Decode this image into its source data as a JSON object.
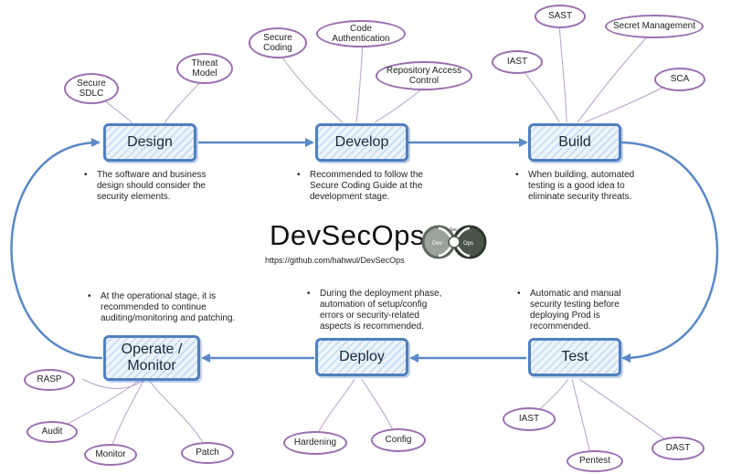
{
  "title": "DevSecOps",
  "url": "https://github.com/hahwul/DevSecOps",
  "logo": {
    "sec": "Sec",
    "dev": "Dev",
    "ops": "Ops"
  },
  "stages": {
    "design": "Design",
    "develop": "Develop",
    "build": "Build",
    "operate_line1": "Operate /",
    "operate_line2": "Monitor",
    "deploy": "Deploy",
    "test": "Test"
  },
  "tags": {
    "secure_sdlc": [
      "Secure",
      "SDLC"
    ],
    "threat_model": [
      "Threat",
      "Model"
    ],
    "secure_coding": [
      "Secure",
      "Coding"
    ],
    "code_authentication": [
      "Code",
      "Authentication"
    ],
    "repository_access_control": [
      "Repository Access",
      "Control"
    ],
    "sast": "SAST",
    "iast_build": "IAST",
    "secret_management": "Secret Management",
    "sca": "SCA",
    "rasp": "RASP",
    "audit": "Audit",
    "monitor": "Monitor",
    "patch": "Patch",
    "hardening": "Hardening",
    "config": "Config",
    "iast_test": "IAST",
    "pentest": "Pentest",
    "dast": "DAST"
  },
  "notes": {
    "design": "The software and business design should consider the security elements.",
    "develop": "Recommended to follow the Secure Coding Guide at the development stage.",
    "build": "When building, automated testing is a good idea to eliminate security threats.",
    "operate": "At the operational stage, it is recommended to continue auditing/monitoring and patching.",
    "deploy": "During the deployment phase, automation of setup/config errors or security-related aspects is recommended.",
    "test": "Automatic and manual security testing before deploying Prod is recommended."
  },
  "colors": {
    "stage_border": "#4f7fbf",
    "flow_line": "#5b88c6",
    "tag_border": "#9a6fb0"
  }
}
